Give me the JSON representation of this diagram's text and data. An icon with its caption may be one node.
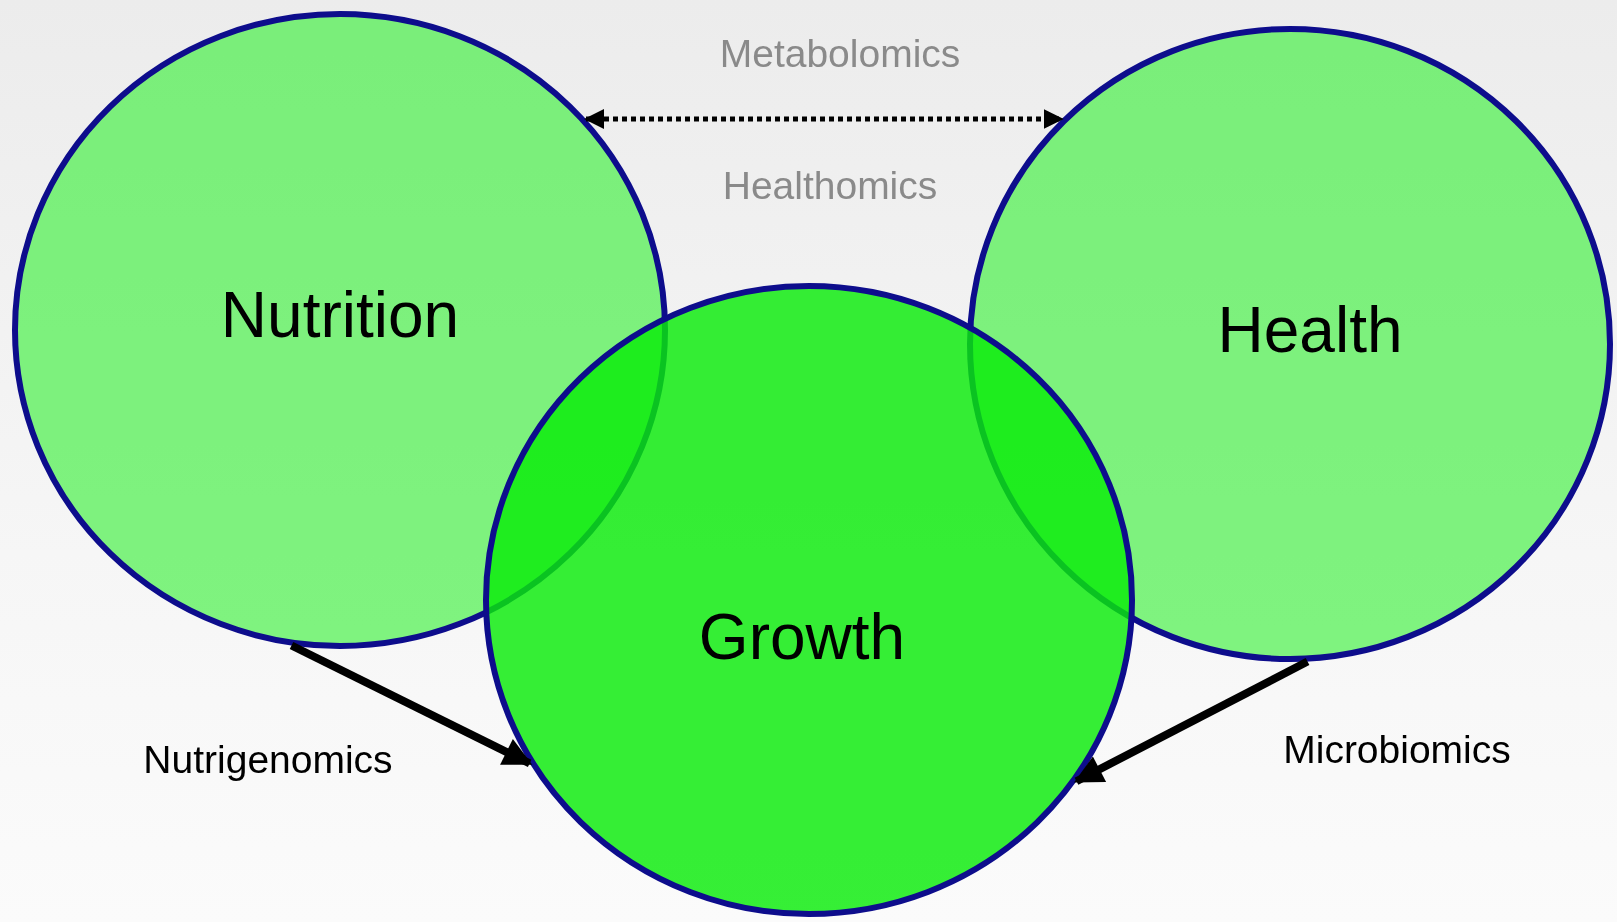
{
  "diagram": {
    "nodes": [
      {
        "text": [
          "Nutrition"
        ]
      },
      {
        "text": [
          "Health"
        ]
      },
      {
        "text": [
          "Growth"
        ]
      }
    ],
    "edges": [
      {
        "from": 0,
        "to": 1,
        "arrow": "both",
        "style": "dashed"
      },
      {
        "from": 0,
        "to": 2,
        "arrow": "to",
        "label": "Nutrigenomics"
      },
      {
        "from": 1,
        "to": 2,
        "arrow": "to",
        "label": "Microbiomics"
      }
    ],
    "labels": [
      "Metabolomics",
      "Healthomics"
    ]
  }
}
